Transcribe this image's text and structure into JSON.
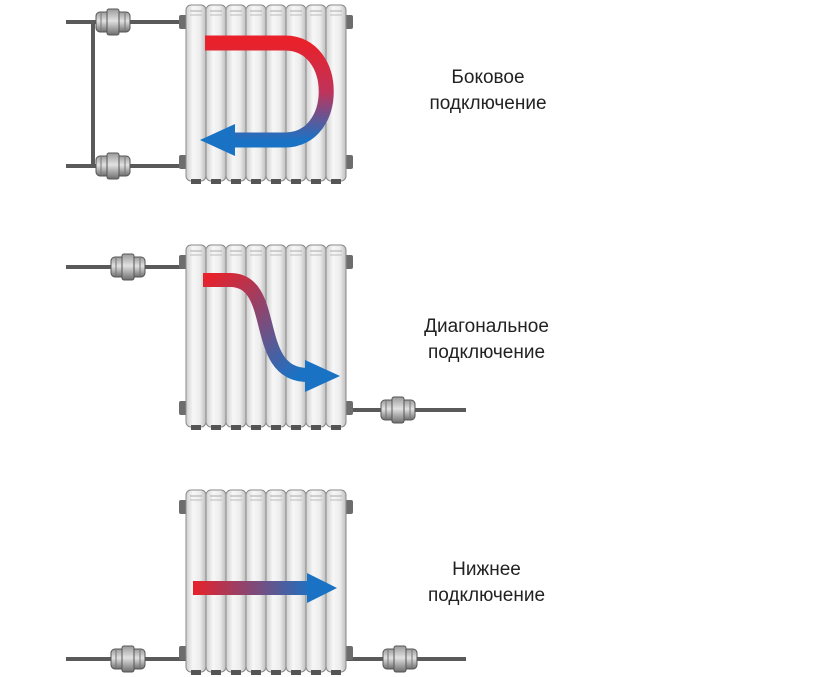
{
  "diagrams": [
    {
      "caption_line1": "Боковое",
      "caption_line2": "подключение"
    },
    {
      "caption_line1": "Диагональное",
      "caption_line2": "подключение"
    },
    {
      "caption_line1": "Нижнее",
      "caption_line2": "подключение"
    }
  ],
  "colors": {
    "hot": "#e8212a",
    "cold": "#1a72c4",
    "pipe": "#5a5a5a",
    "radiator": "#e6e6e6"
  }
}
